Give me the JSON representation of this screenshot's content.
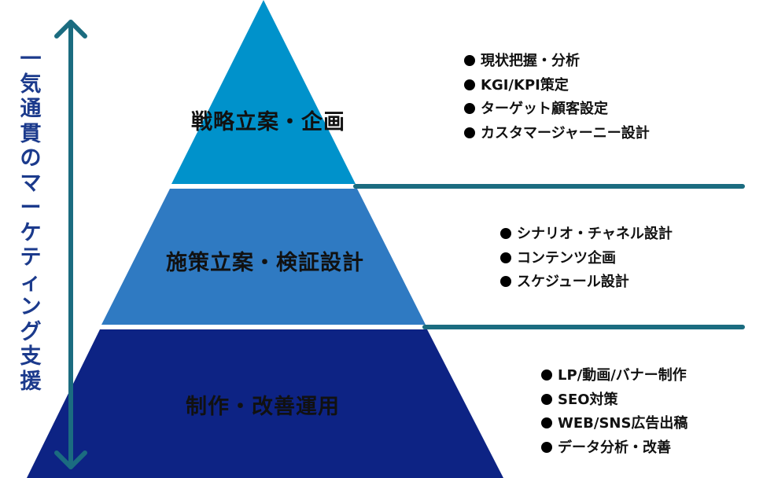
{
  "vertical_label": "一気通貫のマーケティング支援",
  "colors": {
    "tier_top": "#0092cb",
    "tier_mid": "#2f7ac2",
    "tier_bottom": "#0d2384",
    "divider": "#1b6c80",
    "arrow": "#1b6c80",
    "label": "#1b3a8c"
  },
  "tiers": [
    {
      "title": "戦略立案・企画",
      "bullets": [
        "現状把握・分析",
        "KGI/KPI策定",
        "ターゲット顧客設定",
        "カスタマージャーニー設計"
      ]
    },
    {
      "title": "施策立案・検証設計",
      "bullets": [
        "シナリオ・チャネル設計",
        "コンテンツ企画",
        "スケジュール設計"
      ]
    },
    {
      "title": "制作・改善運用",
      "bullets": [
        "LP/動画/バナー制作",
        "SEO対策",
        "WEB/SNS広告出稿",
        "データ分析・改善"
      ]
    }
  ]
}
